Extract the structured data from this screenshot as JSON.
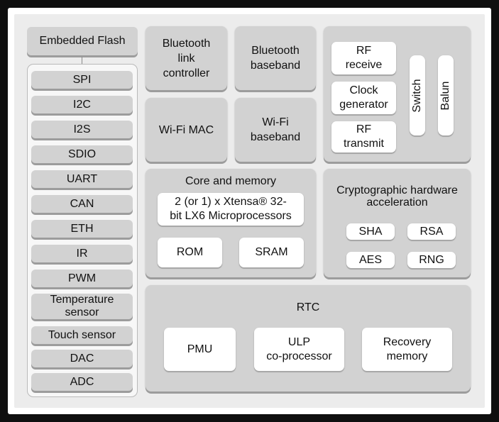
{
  "embedded_flash": "Embedded Flash",
  "peripherals": [
    "SPI",
    "I2C",
    "I2S",
    "SDIO",
    "UART",
    "CAN",
    "ETH",
    "IR",
    "PWM",
    "Temperature\nsensor",
    "Touch sensor",
    "DAC",
    "ADC"
  ],
  "bluetooth_link_controller": "Bluetooth\nlink\ncontroller",
  "bluetooth_baseband": "Bluetooth\nbaseband",
  "wifi_mac": "Wi-Fi MAC",
  "wifi_baseband": "Wi-Fi\nbaseband",
  "rf": {
    "receive": "RF\nreceive",
    "clock_generator": "Clock\ngenerator",
    "transmit": "RF\ntransmit",
    "switch": "Switch",
    "balun": "Balun"
  },
  "core": {
    "title": "Core and memory",
    "processor": "2 (or 1) x Xtensa® 32-\nbit LX6 Microprocessors",
    "rom": "ROM",
    "sram": "SRAM"
  },
  "crypto": {
    "title": "Cryptographic hardware\nacceleration",
    "items": [
      "SHA",
      "RSA",
      "AES",
      "RNG"
    ]
  },
  "rtc": {
    "title": "RTC",
    "pmu": "PMU",
    "ulp": "ULP\nco-processor",
    "recovery": "Recovery\nmemory"
  }
}
